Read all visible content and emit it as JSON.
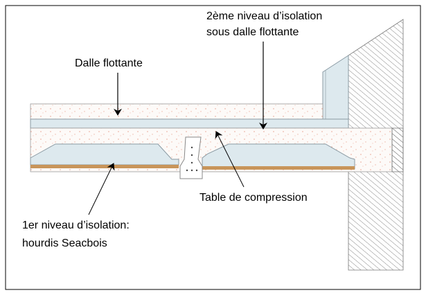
{
  "labels": {
    "second_level_line1": "2ème niveau d’isolation",
    "second_level_line2": "sous dalle flottante",
    "floating_slab": "Dalle flottante",
    "compression_table": "Table de compression",
    "first_level_line1": "1er niveau d’isolation:",
    "first_level_line2": "hourdis Seacbois"
  },
  "colors": {
    "insulation": "#dde9ee",
    "concrete_dots": "#f0b8a8",
    "wood_strip": "#c8955a",
    "hatch": "#555555",
    "frame": "#000000"
  }
}
